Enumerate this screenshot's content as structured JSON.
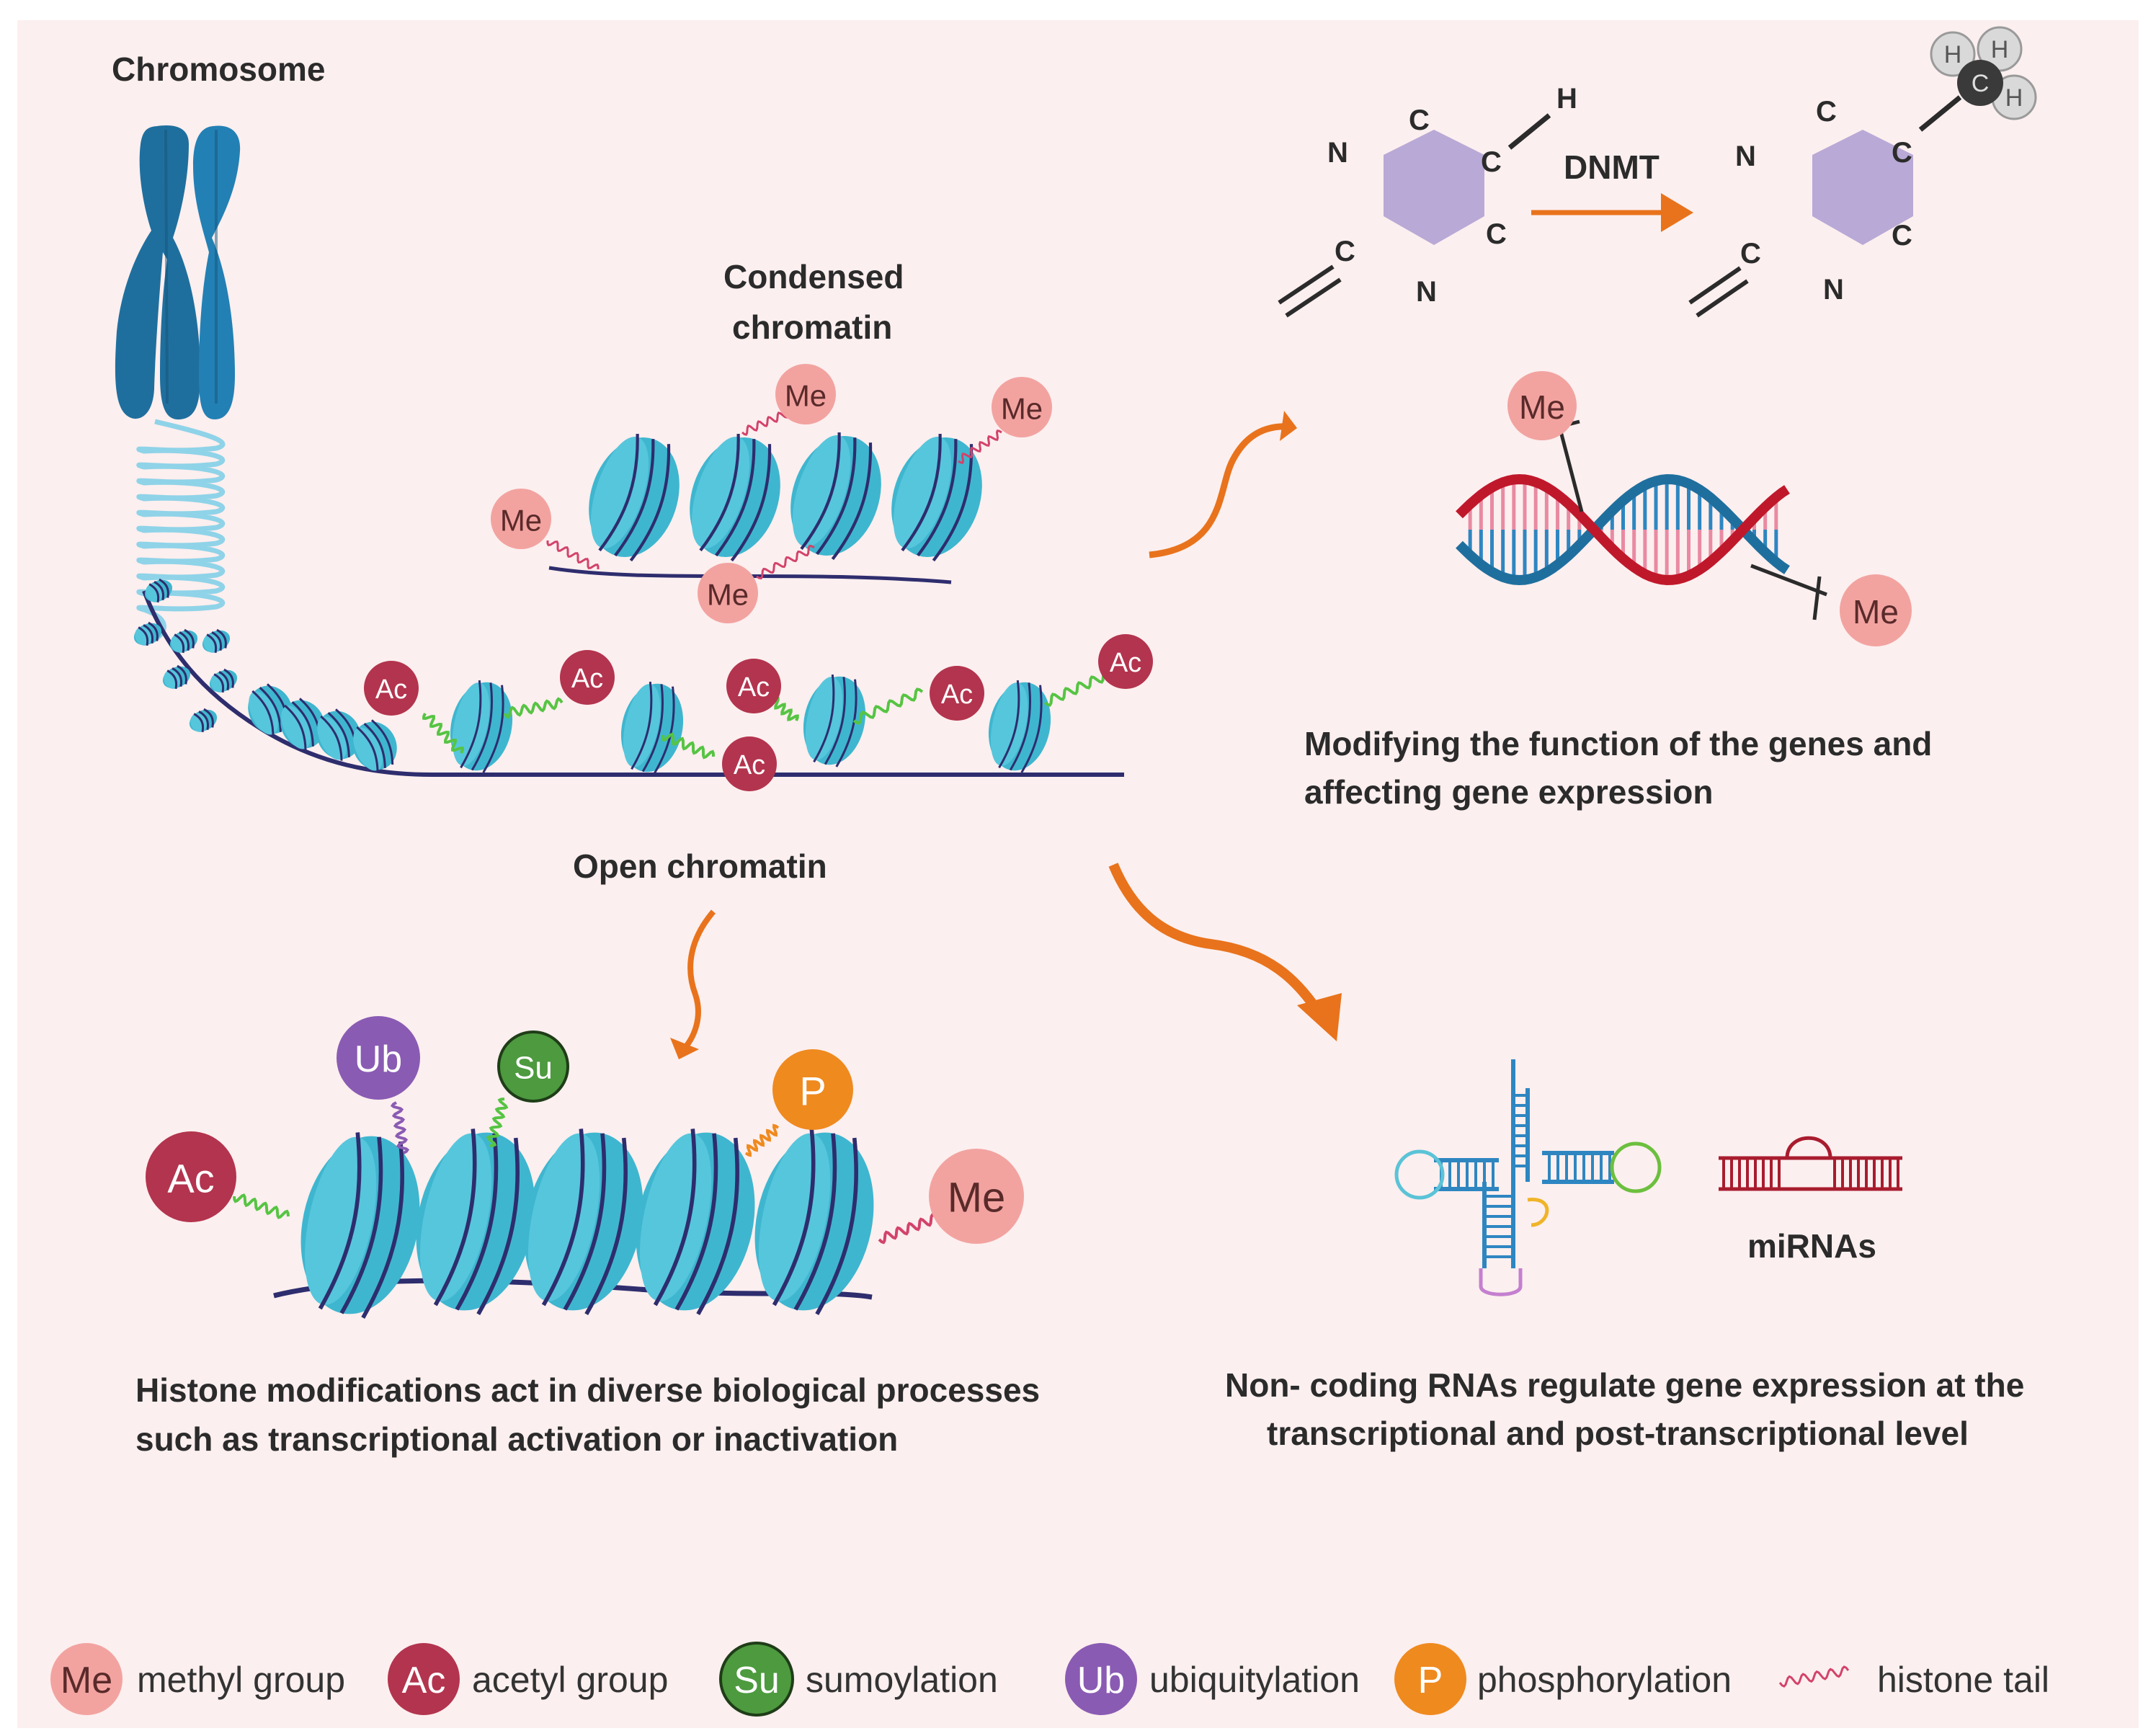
{
  "labels": {
    "chromosome": "Chromosome",
    "condensed_line1": "Condensed",
    "condensed_line2": "chromatin",
    "open_chromatin": "Open chromatin",
    "dnmt": "DNMT",
    "mirnas": "miRNAs"
  },
  "paragraphs": {
    "dna_methylation": [
      "Modifying the function of the genes and",
      "affecting gene expression"
    ],
    "histone": [
      "Histone modifications act in diverse biological processes",
      "such as transcriptional activation or inactivation"
    ],
    "ncrna": [
      "Non- coding RNAs regulate gene expression at the",
      "transcriptional and post-transcriptional level"
    ]
  },
  "molecule": {
    "carbon": "C",
    "nitrogen": "N",
    "hydrogen": "H"
  },
  "badges": {
    "me": "Me",
    "ac": "Ac",
    "su": "Su",
    "ub": "Ub",
    "p": "P"
  },
  "legend": [
    {
      "symbol": "Me",
      "label": "methyl group",
      "color": "#f2a3a0"
    },
    {
      "symbol": "Ac",
      "label": "acetyl group",
      "color": "#b3344e"
    },
    {
      "symbol": "Su",
      "label": "sumoylation",
      "color": "#4d9a3f"
    },
    {
      "symbol": "Ub",
      "label": "ubiquitylation",
      "color": "#8a5bb3"
    },
    {
      "symbol": "P",
      "label": "phosphorylation",
      "color": "#ef8a1f"
    },
    {
      "symbol": "",
      "label": "histone tail",
      "color": "#d2436a"
    }
  ],
  "colors": {
    "background": "#fcefef",
    "nucleosome": "#3fb6cf",
    "dna": "#2e2d6e",
    "arrow": "#e8731c",
    "chromosome": "#1f6f9e",
    "ring": "#b9a9d6"
  }
}
